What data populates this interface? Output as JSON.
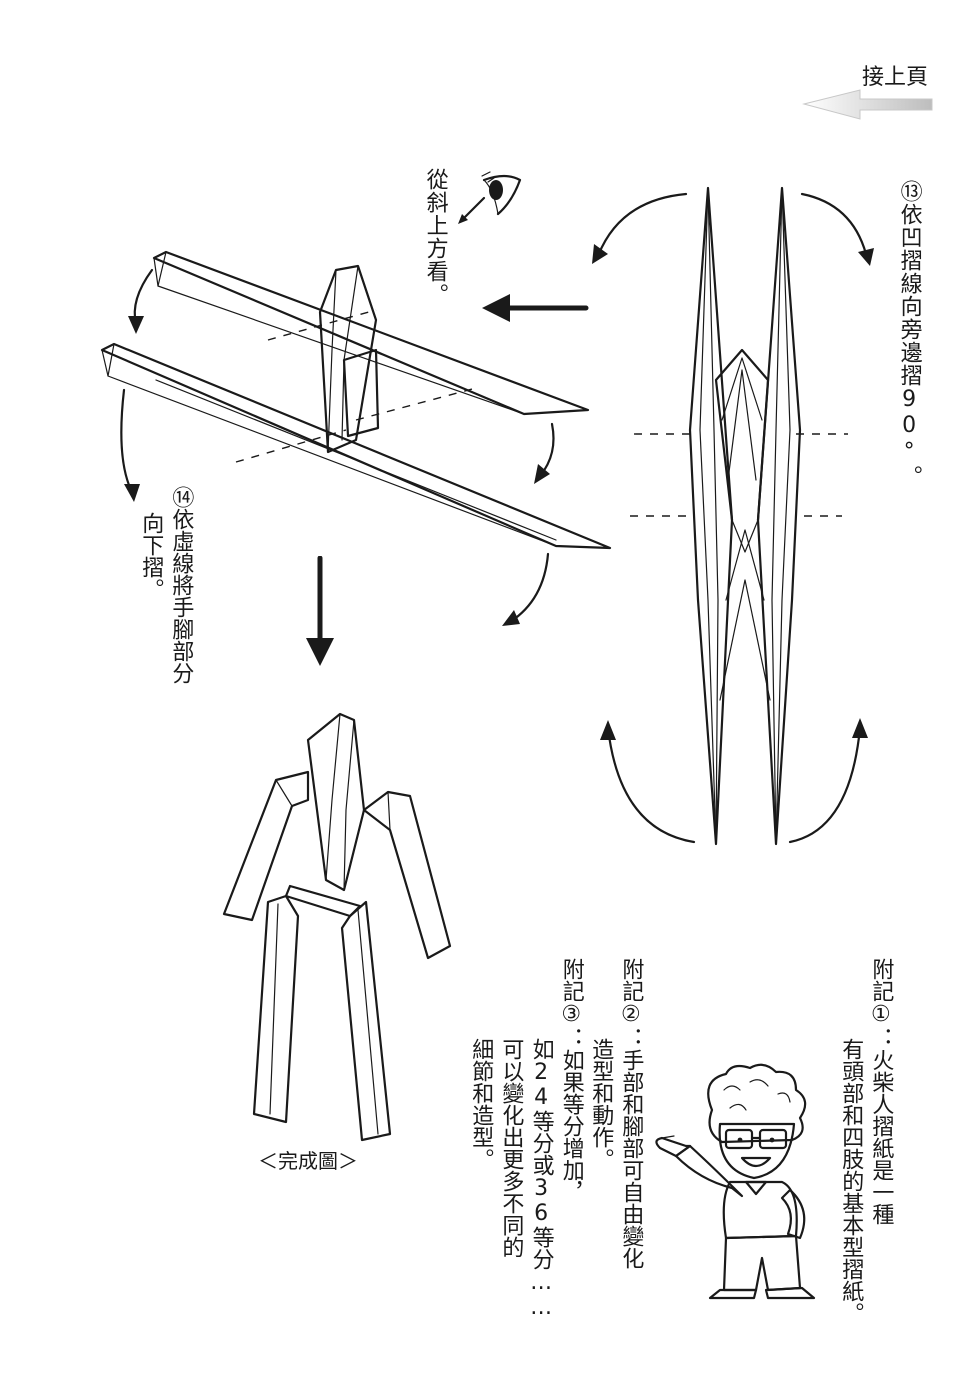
{
  "header": {
    "continue_label": "接上頁"
  },
  "steps": {
    "step13": {
      "number": "⑬",
      "text": "依凹摺線向旁邊摺90°。"
    },
    "step14": {
      "number": "⑭",
      "lines": [
        "依虛線將手腳部分",
        "向下摺。"
      ]
    },
    "view_hint": {
      "text": "從斜上方看。"
    }
  },
  "completed": {
    "caption": "＜完成圖＞"
  },
  "notes": {
    "note1": {
      "lines": [
        "附記①：火柴人摺紙是一種",
        "有頭部和四肢的基本型摺紙。"
      ]
    },
    "note2": {
      "lines": [
        "附記②：手部和腳部可自由變化",
        "造型和動作。"
      ]
    },
    "note3": {
      "lines": [
        "附記③：如果等分增加，",
        "如24等分或36等分……",
        "可以變化出更多不同的",
        "細節和造型。"
      ]
    }
  },
  "icons": {
    "continue_arrow": "left-arrow-icon",
    "eye": "eye-icon",
    "step_arrow_left": "left-arrow-icon",
    "step_arrow_down": "down-arrow-icon"
  },
  "colors": {
    "ink": "#1a1a1a",
    "paper": "#ffffff",
    "screen": "#cfcfcf"
  }
}
